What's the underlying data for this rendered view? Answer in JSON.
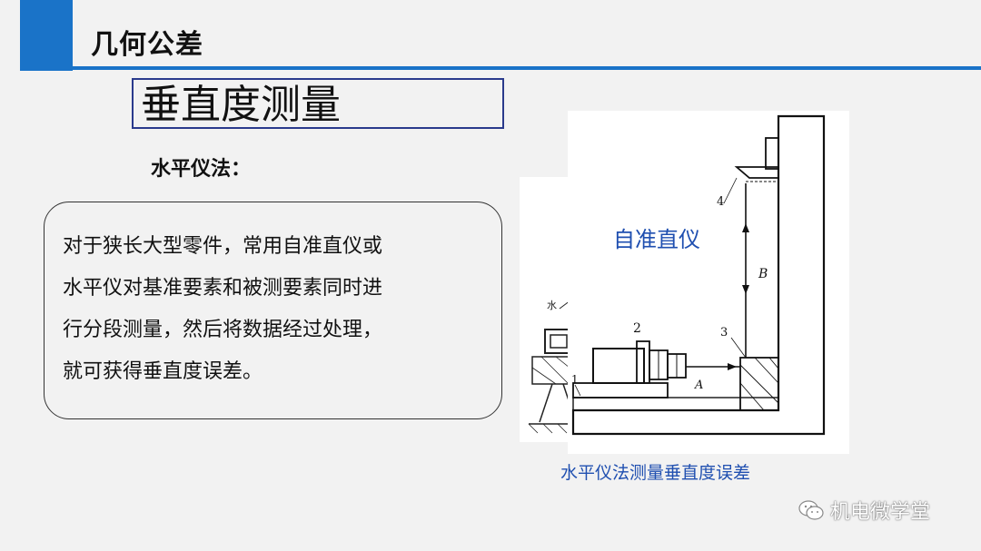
{
  "header": {
    "title": "几何公差"
  },
  "section": {
    "title": "垂直度测量"
  },
  "method": {
    "label": "水平仪法："
  },
  "description": {
    "lines": [
      "对于狭长大型零件，常用自准直仪或",
      "水平仪对基准要素和被测要素同时进",
      "行分段测量，然后将数据经过处理，",
      "就可获得垂直度误差。"
    ]
  },
  "figure": {
    "overlay_label": "自准直仪",
    "caption": "水平仪法测量垂直度误差",
    "callouts": {
      "n1": "1",
      "n2": "2",
      "n3": "3",
      "n4": "4",
      "a": "A",
      "b": "B",
      "back_label": "水"
    }
  },
  "watermark": {
    "text": "机电微学堂"
  },
  "colors": {
    "accent": "#1a73c8",
    "caption": "#1f4fb0"
  }
}
